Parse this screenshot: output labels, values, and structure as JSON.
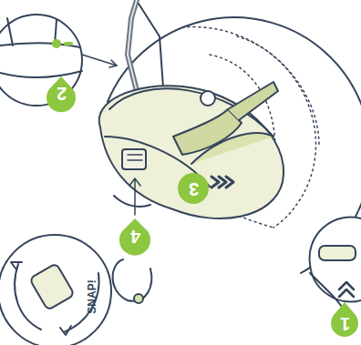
{
  "diagram": {
    "labels": [
      "1",
      "2",
      "3",
      "4",
      "SNAP!"
    ]
  }
}
